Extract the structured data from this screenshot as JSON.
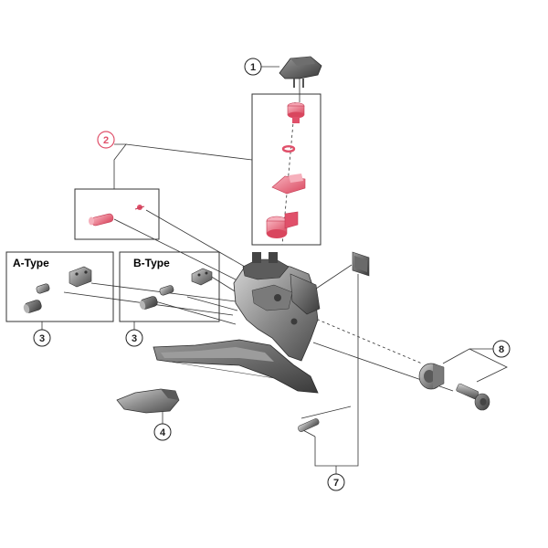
{
  "diagram": {
    "callouts": [
      {
        "id": "1",
        "label": "1",
        "highlight": false
      },
      {
        "id": "2",
        "label": "2",
        "highlight": true
      },
      {
        "id": "3a",
        "label": "3",
        "highlight": false
      },
      {
        "id": "3b",
        "label": "3",
        "highlight": false
      },
      {
        "id": "4",
        "label": "4",
        "highlight": false
      },
      {
        "id": "7",
        "label": "7",
        "highlight": false
      },
      {
        "id": "8",
        "label": "8",
        "highlight": false
      }
    ],
    "type_boxes": [
      {
        "id": "a",
        "label": "A-Type"
      },
      {
        "id": "b",
        "label": "B-Type"
      }
    ],
    "colors": {
      "highlight": "#e0506a",
      "part_pink": "#f08496",
      "metal_dark": "#5a5a5a",
      "metal_mid": "#8a8a8a",
      "metal_light": "#bdbdbd",
      "line": "#333333"
    }
  }
}
